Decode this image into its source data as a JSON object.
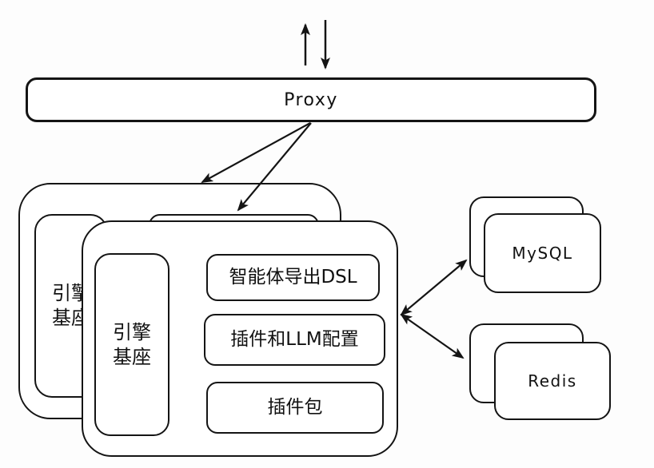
{
  "proxy": {
    "label": "Proxy"
  },
  "engine": {
    "back_base_label": "引擎基座",
    "front_base_label": "引擎基座",
    "modules": [
      {
        "label": "智能体导出DSL"
      },
      {
        "label": "插件和LLM配置"
      },
      {
        "label": "插件包"
      }
    ]
  },
  "databases": {
    "mysql": {
      "label": "MySQL"
    },
    "redis": {
      "label": "Redis"
    }
  },
  "colors": {
    "stroke": "#141414",
    "fill": "#ffffff",
    "background": "#fdfdfd"
  },
  "connections": [
    {
      "from": "external",
      "to": "proxy",
      "style": "two-one-way-arrows"
    },
    {
      "from": "proxy",
      "to": "engine-stack-back-layer",
      "style": "one-way"
    },
    {
      "from": "proxy",
      "to": "engine-stack-middle-layer",
      "style": "one-way"
    },
    {
      "from": "engine-stack-front-layer",
      "to": "mysql",
      "style": "two-way"
    },
    {
      "from": "engine-stack-front-layer",
      "to": "redis",
      "style": "two-way"
    }
  ]
}
